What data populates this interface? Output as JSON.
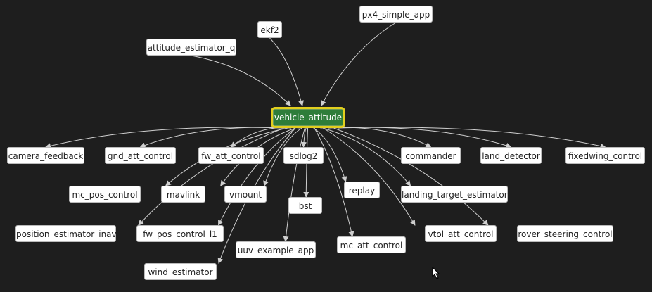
{
  "center": "vehicle_attitude",
  "publishers": [
    "px4_simple_app",
    "ekf2",
    "attitude_estimator_q"
  ],
  "subscribers": [
    "camera_feedback",
    "gnd_att_control",
    "fw_att_control",
    "sdlog2",
    "commander",
    "land_detector",
    "fixedwing_control",
    "mc_pos_control",
    "mavlink",
    "vmount",
    "replay",
    "landing_target_estimator",
    "bst",
    "position_estimator_inav",
    "fw_pos_control_l1",
    "vtol_att_control",
    "rover_steering_control",
    "uuv_example_app",
    "mc_att_control",
    "wind_estimator"
  ],
  "colors": {
    "background": "#1e1e1e",
    "center_fill": "#2e7d3a",
    "center_border": "#e2cf1e",
    "edge": "#cfcfcf"
  }
}
